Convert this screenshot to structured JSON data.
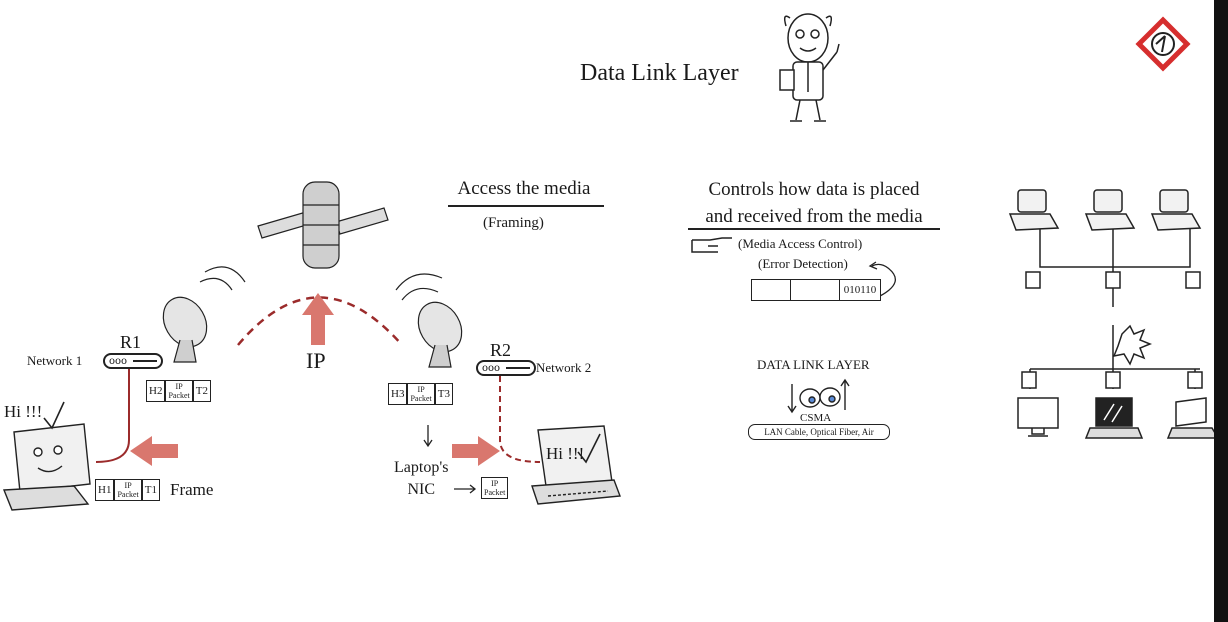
{
  "title": "Data Link Layer",
  "left_panel": {
    "heading": "Access the media",
    "subheading": "(Framing)",
    "ip_label": "IP",
    "r1": {
      "label": "R1",
      "network": "Network 1"
    },
    "r2": {
      "label": "R2",
      "network": "Network 2"
    },
    "greeting_left": "Hi !!!",
    "greeting_right": "Hi !!!",
    "frame_label": "Frame",
    "laptop_nic": [
      "Laptop's",
      "NIC"
    ],
    "packet_r1": {
      "h": "H2",
      "ip": [
        "IP",
        "Packet"
      ],
      "t": "T2"
    },
    "packet_r2": {
      "h": "H3",
      "ip": [
        "IP",
        "Packet"
      ],
      "t": "T3"
    },
    "packet_host": {
      "h": "H1",
      "ip": [
        "IP",
        "Packet"
      ],
      "t": "T1"
    },
    "packet_nic": {
      "ip": [
        "IP",
        "Packet"
      ]
    }
  },
  "middle_panel": {
    "heading_line1": "Controls how data is placed",
    "heading_line2": "and received from the media",
    "mac": "(Media Access Control)",
    "error": "(Error Detection)",
    "bits": "010110",
    "dll_label": "DATA LINK LAYER",
    "csma": "CSMA",
    "media": "LAN Cable, Optical Fiber, Air"
  },
  "router_dots": "ooo",
  "colors": {
    "accent": "#c0504d",
    "ink": "#1a1a1a",
    "logo": "#d62e2e"
  }
}
